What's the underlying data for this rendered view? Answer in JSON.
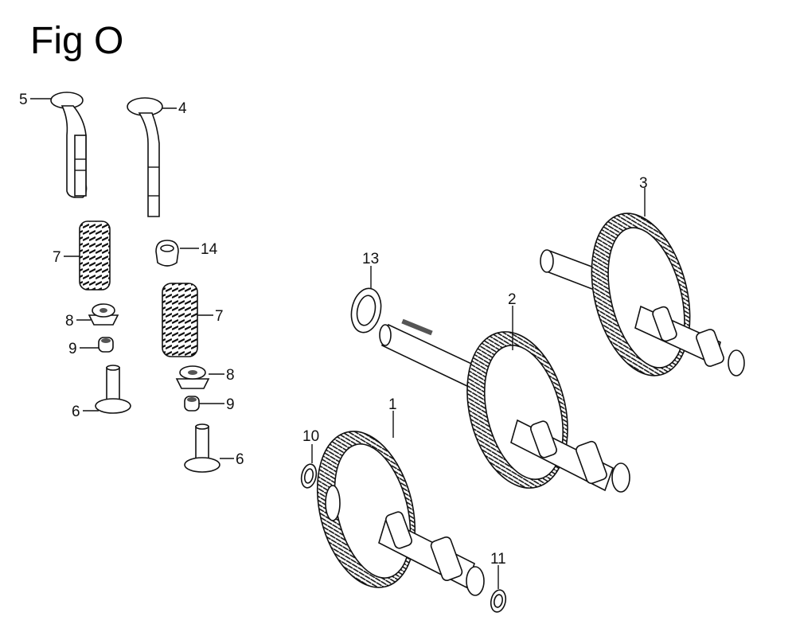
{
  "title": "Fig O",
  "callouts": [
    "1",
    "2",
    "3",
    "4",
    "5",
    "6",
    "6",
    "7",
    "7",
    "8",
    "8",
    "9",
    "9",
    "10",
    "11",
    "13",
    "14"
  ]
}
